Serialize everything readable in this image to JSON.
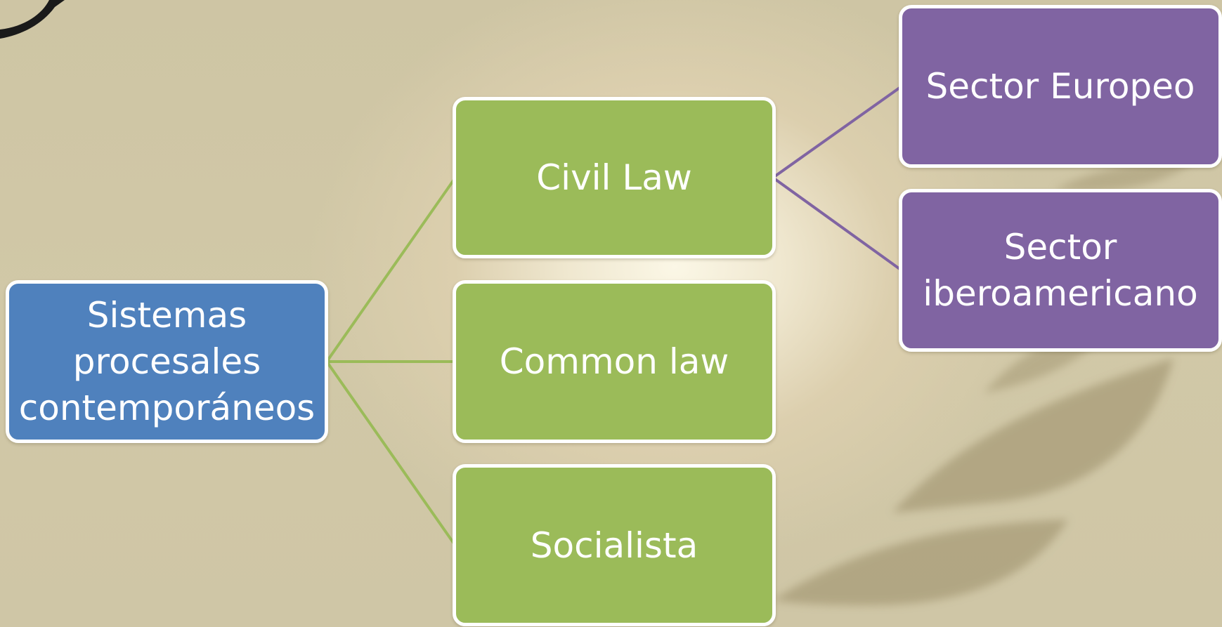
{
  "diagram": {
    "root": {
      "lines": [
        "Sistemas",
        "procesales",
        "contemporáneos"
      ],
      "color": "#4f81bd"
    },
    "systems": [
      {
        "label": "Civil Law",
        "color": "#9bbb59"
      },
      {
        "label": "Common law",
        "color": "#9bbb59"
      },
      {
        "label": "Socialista",
        "color": "#9bbb59"
      }
    ],
    "sectors": [
      {
        "lines": [
          "Sector Europeo"
        ],
        "color": "#8064a2"
      },
      {
        "lines": [
          "Sector",
          "iberoamericano"
        ],
        "color": "#8064a2"
      }
    ],
    "connector_colors": {
      "green": "#9bbb59",
      "purple": "#8064a2"
    }
  }
}
